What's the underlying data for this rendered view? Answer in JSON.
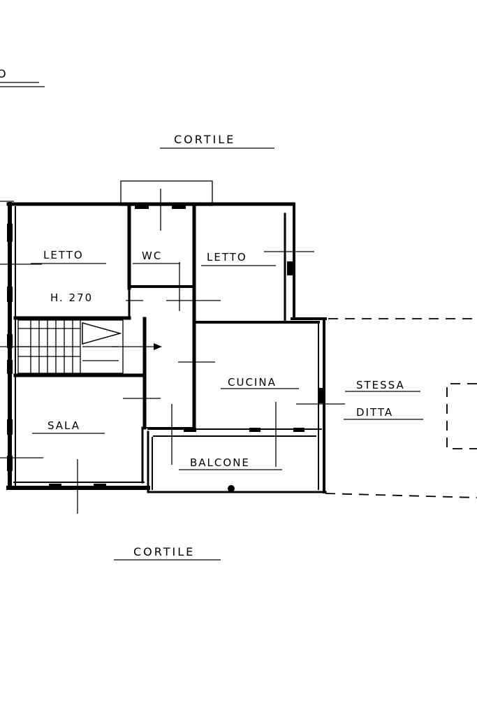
{
  "header": {
    "fragment": "O"
  },
  "rooms": {
    "cortile_top": "CORTILE",
    "cortile_bottom": "CORTILE",
    "letto_left": "LETTO",
    "wc": "WC",
    "letto_right": "LETTO",
    "height_note": "H. 270",
    "cucina": "CUCINA",
    "sala": "SALA",
    "balcone": "BALCONE",
    "stessa": "STESSA",
    "ditta": "DITTA"
  }
}
